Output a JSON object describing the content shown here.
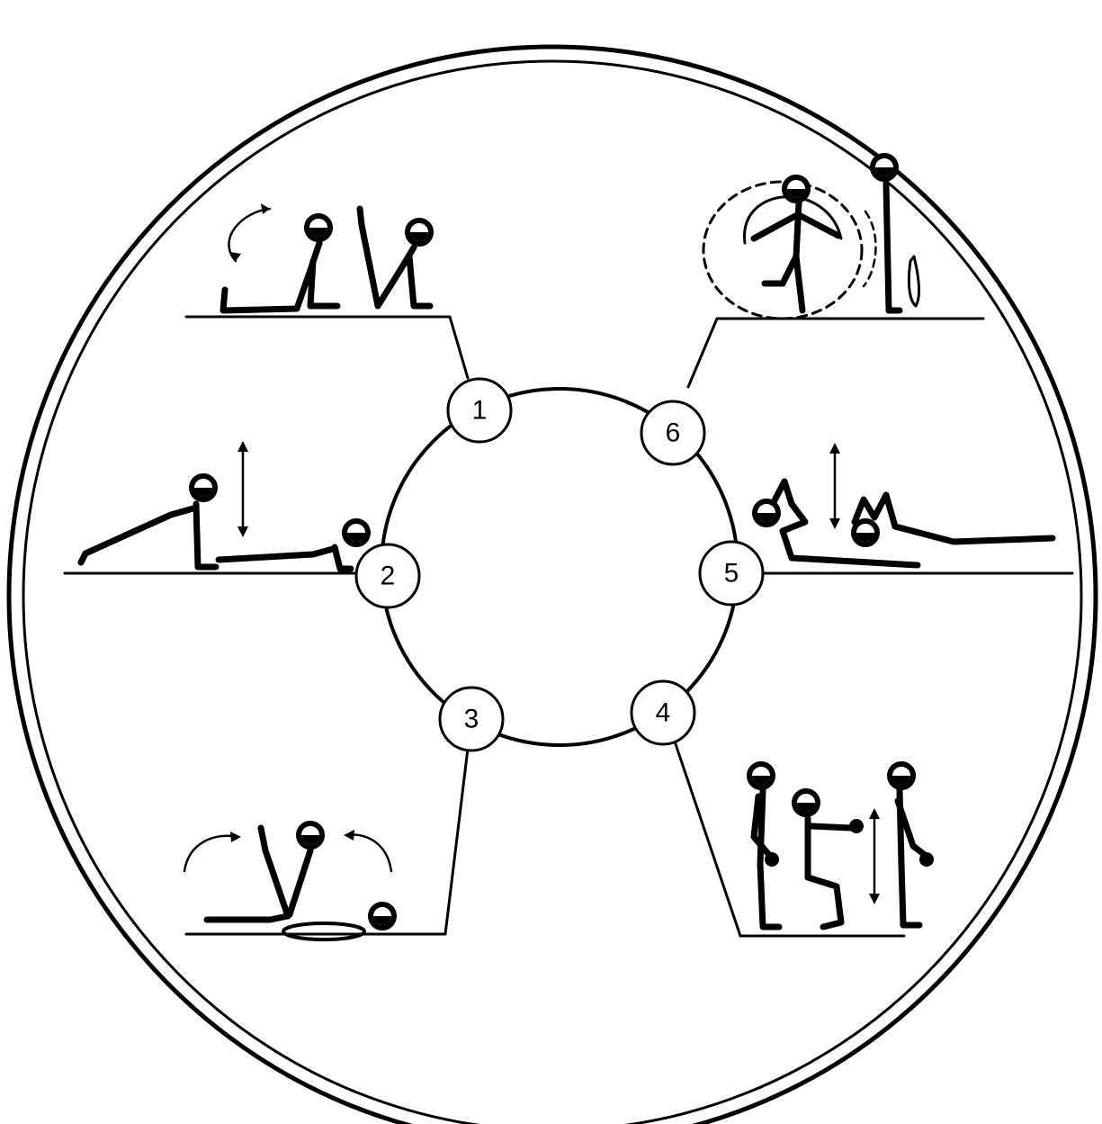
{
  "diagram": {
    "stations": [
      {
        "number": "1",
        "exercise_icon": "sit-up-icon"
      },
      {
        "number": "2",
        "exercise_icon": "push-up-icon"
      },
      {
        "number": "3",
        "exercise_icon": "leg-raise-toe-touch-icon"
      },
      {
        "number": "4",
        "exercise_icon": "dumbbell-squat-icon"
      },
      {
        "number": "5",
        "exercise_icon": "back-extension-icon"
      },
      {
        "number": "6",
        "exercise_icon": "skipping-rope-icon"
      }
    ],
    "line_color": "#000000",
    "background_color": "#ffffff"
  }
}
